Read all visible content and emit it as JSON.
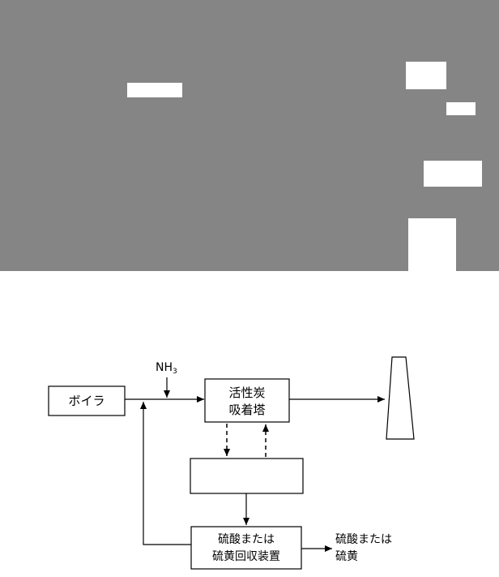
{
  "gray_panel": {
    "color": "#858585",
    "blocks": [
      "white-block",
      "white-block",
      "white-block",
      "white-block",
      "white-block"
    ]
  },
  "diagram": {
    "input_label": "NH",
    "input_subscript": "3",
    "boiler_label": "ボイラ",
    "adsorber_line1": "活性炭",
    "adsorber_line2": "吸着塔",
    "regenerator_label": "",
    "recovery_line1": "硫酸または",
    "recovery_line2": "硫黄回収装置",
    "product_line1": "硫酸または",
    "product_line2": "硫黄"
  }
}
